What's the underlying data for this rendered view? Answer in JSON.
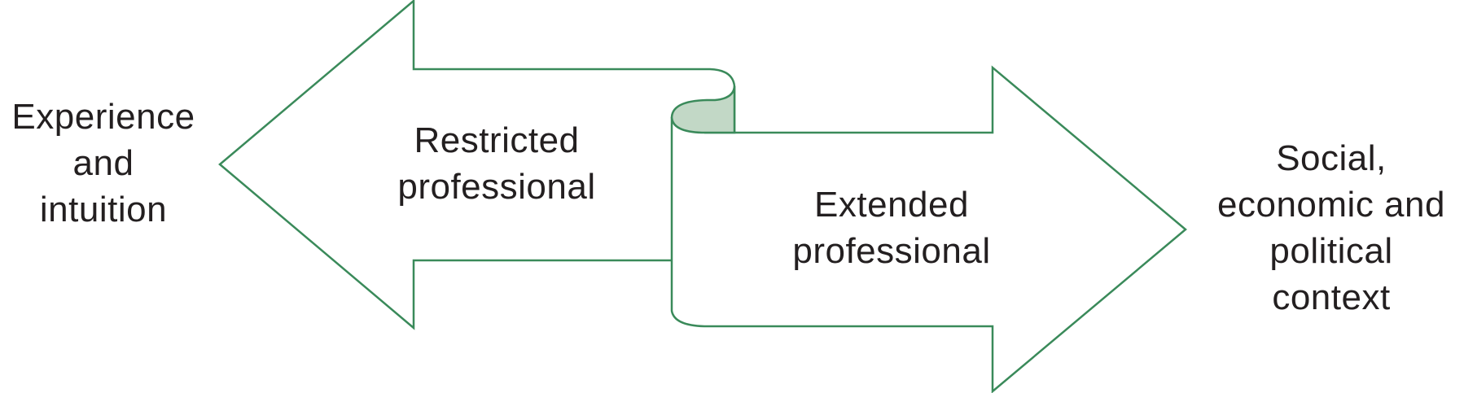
{
  "colors": {
    "stroke": "#3a8a5a",
    "curl_fill": "#c2d8c6",
    "text": "#231f20",
    "background": "#ffffff"
  },
  "labels": {
    "left": [
      "Experience",
      "and",
      "intuition"
    ],
    "restricted": [
      "Restricted",
      "professional"
    ],
    "extended": [
      "Extended",
      "professional"
    ],
    "right": [
      "Social,",
      "economic and",
      "political",
      "context"
    ]
  }
}
